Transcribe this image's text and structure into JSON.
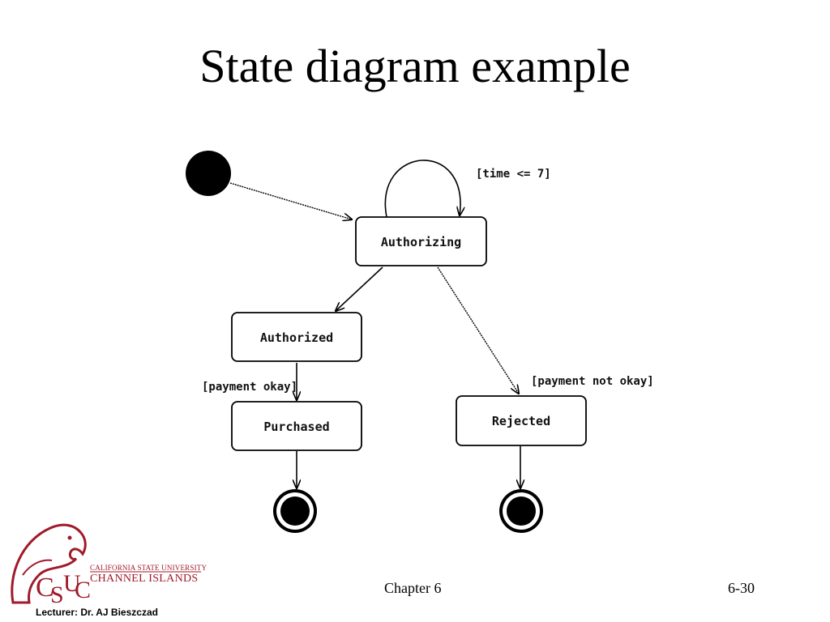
{
  "slide": {
    "title": "State diagram example",
    "chapter": "Chapter 6",
    "page": "6-30",
    "lecturer": "Lecturer: Dr. AJ Bieszczad"
  },
  "logo": {
    "line1": "CALIFORNIA STATE UNIVERSITY",
    "line2": "CHANNEL ISLANDS",
    "color": "#a01a2a"
  },
  "diagram": {
    "states": {
      "authorizing": "Authorizing",
      "authorized": "Authorized",
      "purchased": "Purchased",
      "rejected": "Rejected"
    },
    "guards": {
      "self_loop": "[time <= 7]",
      "payment_okay": "[payment okay]",
      "payment_not_okay": "[payment not okay]"
    }
  }
}
